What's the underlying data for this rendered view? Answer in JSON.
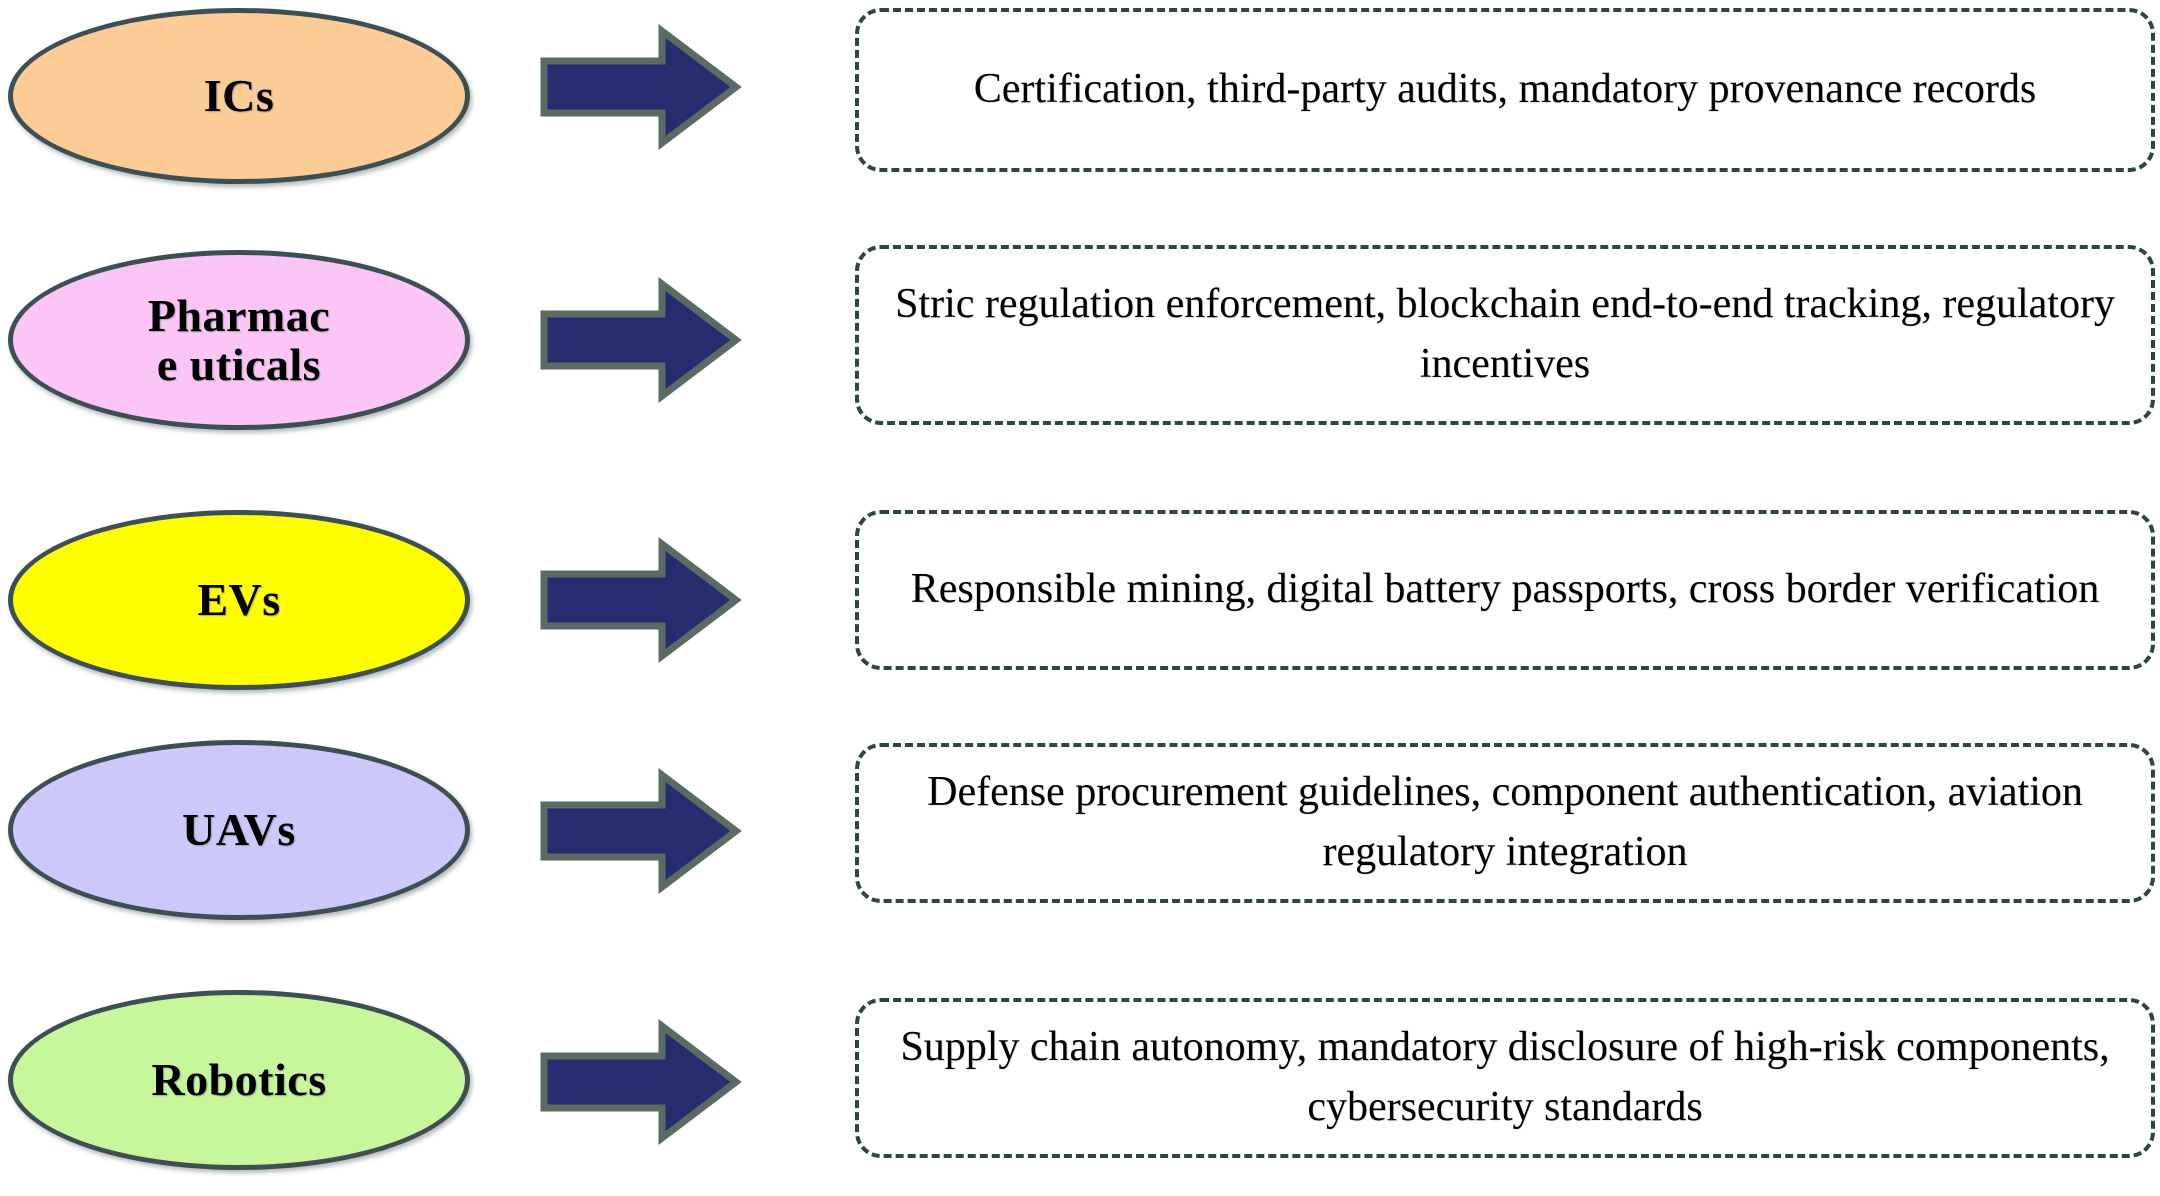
{
  "figure": {
    "type": "flow-diagram",
    "orientation": "left-to-right",
    "rows": 5,
    "background_color": "#FFFFFF",
    "arrow_fill_color": "#272D6E",
    "arrow_outline_color": "#5A6B63",
    "node_outline_color": "#3D4F55",
    "callout_border_color": "#2F4540",
    "text_color": "#000000"
  },
  "rows": [
    {
      "node": {
        "label": "ICs",
        "fill_color": "#FBCC96"
      },
      "arrow": {
        "icon": "right-block-arrow-icon",
        "direction": "right"
      },
      "callout": {
        "text": "Certification, third-party audits, mandatory provenance records",
        "lines": 1
      }
    },
    {
      "node": {
        "label": "Pharmace uticals",
        "fill_color": "#FBC6F5"
      },
      "arrow": {
        "icon": "right-block-arrow-icon",
        "direction": "right"
      },
      "callout": {
        "text": "Stric regulation enforcement, blockchain end-to-end tracking, regulatory incentives",
        "lines": 2
      }
    },
    {
      "node": {
        "label": "EVs",
        "fill_color": "#FFFF00"
      },
      "arrow": {
        "icon": "right-block-arrow-icon",
        "direction": "right"
      },
      "callout": {
        "text": "Responsible mining, digital battery passports, cross border verification",
        "lines": 2
      }
    },
    {
      "node": {
        "label": "UAVs",
        "fill_color": "#CCC8FA"
      },
      "arrow": {
        "icon": "right-block-arrow-icon",
        "direction": "right"
      },
      "callout": {
        "text": "Defense procurement guidelines, component authentication, aviation regulatory integration",
        "lines": 2
      }
    },
    {
      "node": {
        "label": "Robotics",
        "fill_color": "#C7F79A"
      },
      "arrow": {
        "icon": "right-block-arrow-icon",
        "direction": "right"
      },
      "callout": {
        "text": "Supply chain autonomy, mandatory disclosure of high-risk components, cybersecurity standards",
        "lines": 2
      }
    }
  ]
}
